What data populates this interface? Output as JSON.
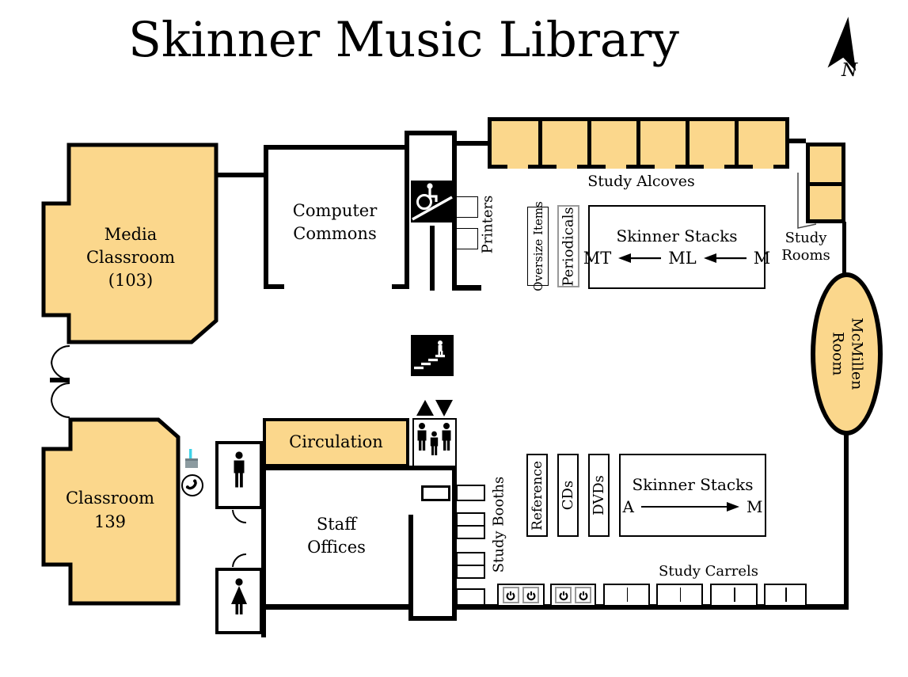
{
  "title": "Skinner Music Library",
  "compass": {
    "label": "N"
  },
  "colors": {
    "room_fill": "#FBD78C",
    "wall": "#000000",
    "gray_border": "#999999",
    "fountain_teal": "#3ED3E8"
  },
  "rooms": {
    "media_classroom": {
      "line1": "Media",
      "line2": "Classroom",
      "line3": "(103)"
    },
    "computer_commons": {
      "line1": "Computer",
      "line2": "Commons"
    },
    "classroom_139": {
      "line1": "Classroom",
      "line2": "139"
    },
    "staff_offices": {
      "line1": "Staff",
      "line2": "Offices"
    },
    "circulation": {
      "label": "Circulation"
    },
    "mcmillen_room": {
      "line1": "McMillen",
      "line2": "Room"
    }
  },
  "areas": {
    "study_alcoves": {
      "label": "Study Alcoves",
      "count": 6
    },
    "study_rooms": {
      "line1": "Study",
      "line2": "Rooms",
      "count": 2
    },
    "printers": {
      "label": "Printers",
      "count": 2
    },
    "study_booths": {
      "label": "Study Booths",
      "count": 4
    },
    "study_carrels": {
      "label": "Study Carrels",
      "count": 4
    },
    "copiers": {
      "count": 4
    }
  },
  "collections": {
    "oversize_items": {
      "label": "Oversize Items"
    },
    "periodicals": {
      "label": "Periodicals"
    },
    "reference": {
      "label": "Reference"
    },
    "cds": {
      "label": "CDs"
    },
    "dvds": {
      "label": "DVDs"
    },
    "stacks_top": {
      "title": "Skinner Stacks",
      "display_left": "MT",
      "display_mid": "ML",
      "display_right": "M",
      "arrow_direction": "left"
    },
    "stacks_bottom": {
      "title": "Skinner Stacks",
      "display_left": "A",
      "display_right": "M",
      "arrow_direction": "right"
    }
  },
  "icons": {
    "north_arrow": "compass-north-arrow",
    "wheelchair_ramp": "wheelchair-ramp-icon",
    "stairs": "stairs-icon",
    "elevator": "elevator-people-icon",
    "elevator_direction": "up-down-triangles",
    "mens_restroom": "male-figure-icon",
    "womens_restroom": "female-figure-icon",
    "telephone": "phone-handset-icon",
    "drinking_fountain": "water-fountain-icon",
    "copier": "power-symbol-icon"
  }
}
